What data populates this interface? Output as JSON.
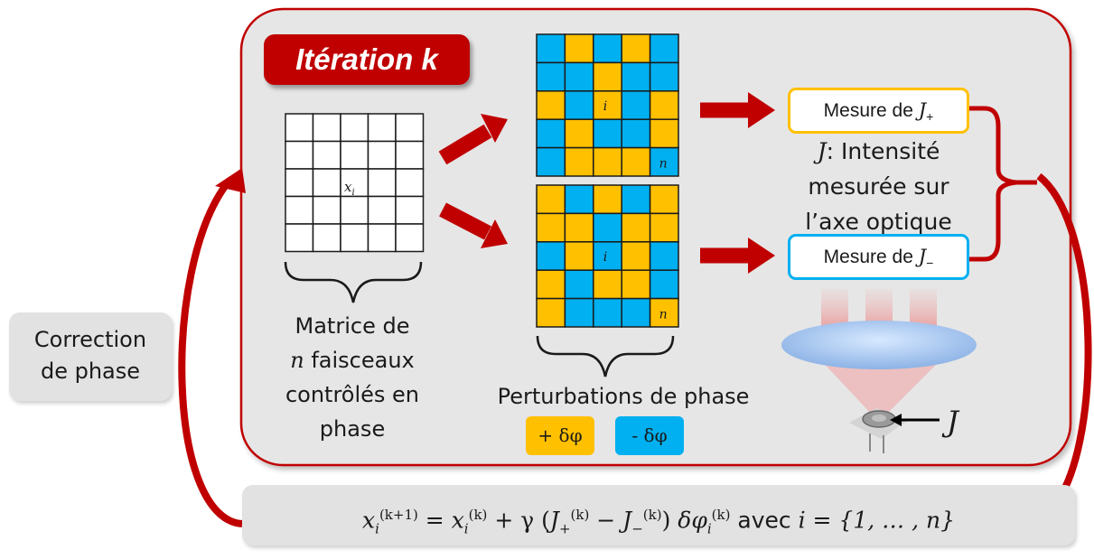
{
  "iteration_title": "Itération k",
  "matrix_cell_label": "x",
  "matrix_cell_sub": "i",
  "grid_labels": {
    "i": "i",
    "n": "n"
  },
  "measure_plus": {
    "text": "Mesure de ",
    "var": "J",
    "sub": "+"
  },
  "measure_minus": {
    "text": "Mesure de ",
    "var": "J",
    "sub": "−"
  },
  "intensity": {
    "var": "J",
    "line1": ": Intensité",
    "line2": "mesurée sur",
    "line3": "l’axe optique"
  },
  "matrix_caption": {
    "line1": "Matrice de",
    "var": "n",
    "line2": " faisceaux",
    "line3": "contrôlés en",
    "line4": "phase"
  },
  "perturbation_caption": "Perturbations de phase",
  "buttons": {
    "plus": "+ δφ",
    "minus": "- δφ"
  },
  "correction_label": {
    "line1": "Correction",
    "line2": "de phase"
  },
  "detector_label": "J",
  "formula": {
    "lhs": "x",
    "lhs_sub": "i",
    "lhs_sup": "(k+1)",
    "eq": " = ",
    "x": "x",
    "x_sub": "i",
    "x_sup": "(k)",
    "plus": " + γ ",
    "jp": "J",
    "jp_sub": "+",
    "jp_sup": "(k)",
    "minus": " − ",
    "jm": "J",
    "jm_sub": "−",
    "jm_sup": "(k)",
    "dphi": " δφ",
    "dphi_sub": "i",
    "dphi_sup": "(k)",
    "avec": " avec ",
    "set": "i = {1, … , n}"
  },
  "colors": {
    "yellow": "#ffc000",
    "blue": "#00b0f0",
    "red": "#c00000",
    "panel": "#e6e6e6"
  },
  "grid_top": [
    [
      "b",
      "y",
      "b",
      "y",
      "b"
    ],
    [
      "b",
      "b",
      "y",
      "b",
      "b"
    ],
    [
      "y",
      "b",
      "y",
      "b",
      "y"
    ],
    [
      "b",
      "y",
      "b",
      "b",
      "y"
    ],
    [
      "b",
      "y",
      "y",
      "y",
      "b"
    ]
  ],
  "grid_bottom": [
    [
      "y",
      "b",
      "y",
      "b",
      "y"
    ],
    [
      "y",
      "y",
      "b",
      "y",
      "y"
    ],
    [
      "b",
      "y",
      "b",
      "y",
      "b"
    ],
    [
      "y",
      "b",
      "y",
      "y",
      "b"
    ],
    [
      "y",
      "b",
      "b",
      "b",
      "y"
    ]
  ]
}
